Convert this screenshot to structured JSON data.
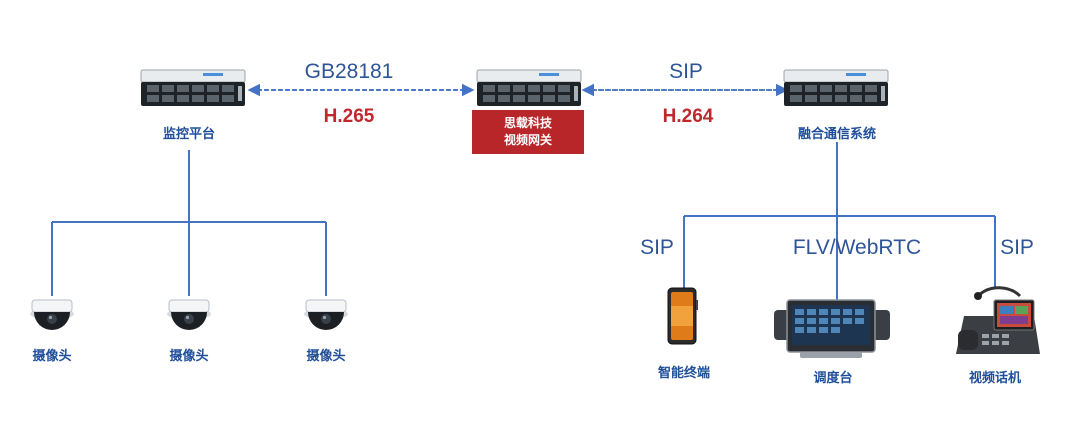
{
  "nodes": {
    "monitor_platform": "监控平台",
    "gateway_line1": "思载科技",
    "gateway_line2": "视频网关",
    "fusion_system": "融合通信系统",
    "camera_1": "摄像头",
    "camera_2": "摄像头",
    "camera_3": "摄像头",
    "smart_terminal": "智能终端",
    "dispatch_console": "调度台",
    "video_phone": "视频话机"
  },
  "links": {
    "left_protocol": "GB28181",
    "left_codec": "H.265",
    "right_protocol": "SIP",
    "right_codec": "H.264",
    "terminal_protocol": "SIP",
    "console_protocol": "FLV/WebRTC",
    "phone_protocol": "SIP"
  },
  "colors": {
    "line": "#4472c4",
    "codec": "#c0282e",
    "gateway_box": "#b8262a",
    "label": "#1f4e9a"
  },
  "icons": {
    "server": "rack-server-icon",
    "camera": "dome-camera-icon",
    "terminal": "smartphone-icon",
    "console": "dispatch-console-icon",
    "phone": "video-phone-icon"
  }
}
